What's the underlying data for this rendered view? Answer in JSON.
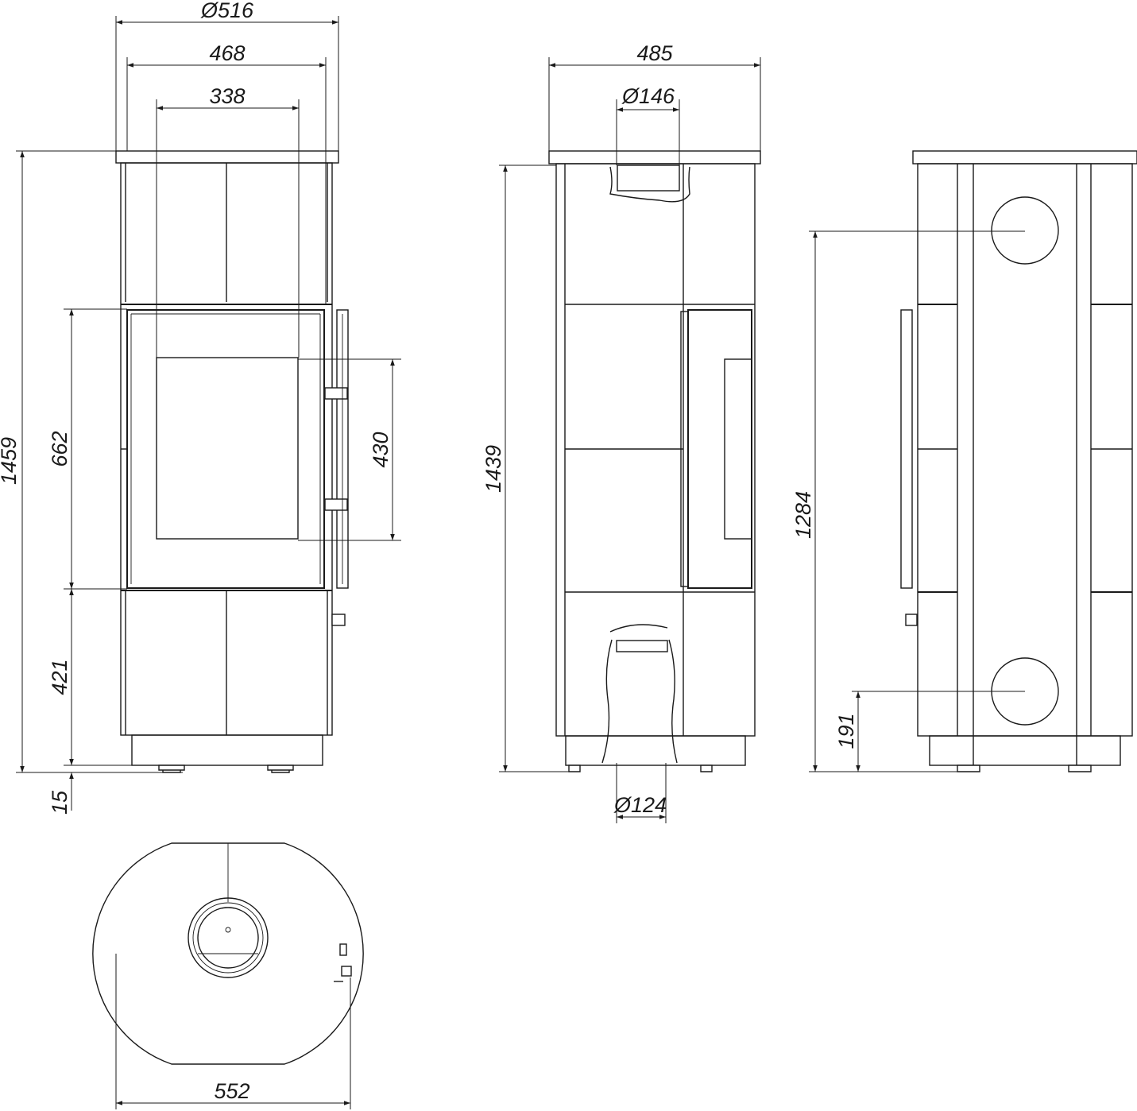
{
  "front_view": {
    "dims": {
      "outer_diameter": "Ø516",
      "body_width": "468",
      "door_width": "338",
      "total_height": "1459",
      "door_height": "662",
      "glass_height": "430",
      "base_height": "421",
      "foot_height": "15"
    }
  },
  "side_view": {
    "dims": {
      "width": "485",
      "flue_top": "Ø146",
      "total_height": "1439",
      "air_inlet": "Ø124"
    }
  },
  "back_view": {
    "dims": {
      "upper_outlet_height": "1284",
      "lower_outlet_height": "191"
    }
  },
  "top_view": {
    "dims": {
      "depth": "552"
    }
  },
  "colors": {
    "line": "#1a1a1a",
    "background": "#ffffff"
  }
}
